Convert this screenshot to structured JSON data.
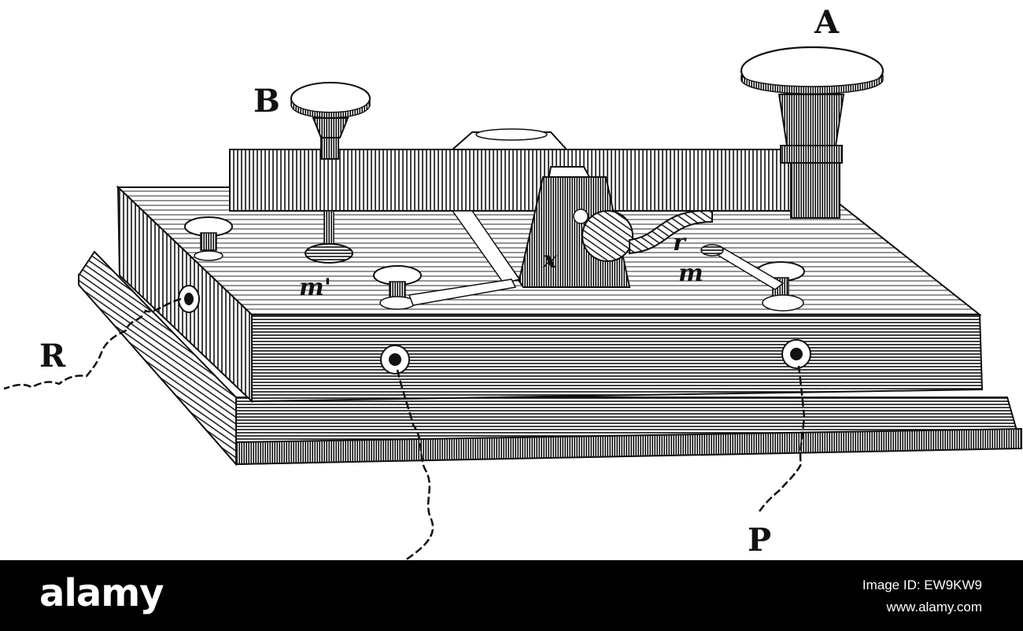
{
  "labels": {
    "A": "A",
    "B": "B",
    "R": "R",
    "P": "P",
    "m_prime": "m'",
    "m": "m",
    "x": "x",
    "r": "r"
  },
  "footer": {
    "brand": "alamy",
    "image_id": "Image ID: EW9KW9",
    "url": "www.alamy.com"
  },
  "colors": {
    "ink": "#111111",
    "paper": "#ffffff",
    "footer_bg": "#000000"
  }
}
